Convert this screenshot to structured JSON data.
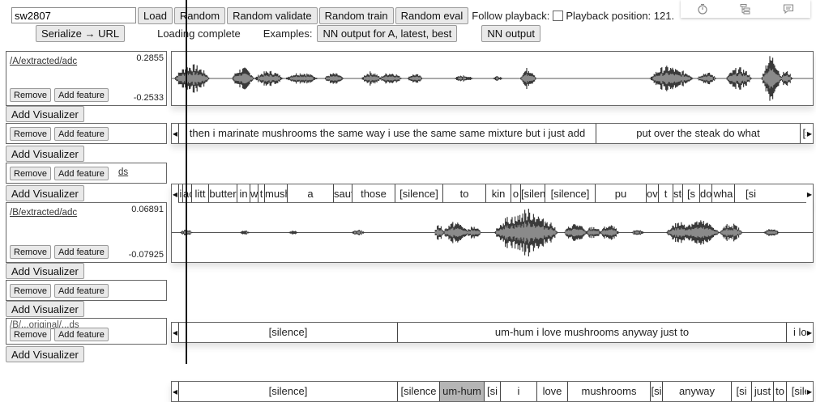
{
  "toolbar": {
    "file_value": "sw2807",
    "load": "Load",
    "random": "Random",
    "random_validate": "Random validate",
    "random_train": "Random train",
    "random_eval": "Random eval",
    "follow_playback": "Follow playback:",
    "playback_position": "Playback position: 121.",
    "serialize": "Serialize → URL",
    "status": "Loading complete",
    "examples": "Examples:",
    "example_btn": "NN output for A, latest, best",
    "nn_output": "NN output"
  },
  "common": {
    "remove": "Remove",
    "add_feature": "Add feature",
    "add_visualizer": "Add Visualizer"
  },
  "visualizers": [
    {
      "path": "/A/extracted/adc",
      "max": "0.2855",
      "min": "-0.2533"
    },
    {
      "path": ""
    },
    {
      "path": "ds"
    },
    {
      "path": "/B/extracted/adc",
      "max": "0.06891",
      "min": "-0.07925"
    },
    {
      "path": ""
    },
    {
      "path": "/B/...original/...ds"
    }
  ],
  "tracks": {
    "a_utterances": [
      {
        "text": "then i marinate mushrooms the same way i use the same same mixture but i just add"
      },
      {
        "text": "put over the steak do what"
      },
      {
        "text": "[s"
      }
    ],
    "a_words": [
      {
        "text": "i"
      },
      {
        "text": "ac"
      },
      {
        "text": "litt"
      },
      {
        "text": "butter"
      },
      {
        "text": "in"
      },
      {
        "text": "w"
      },
      {
        "text": "t"
      },
      {
        "text": "mushroom"
      },
      {
        "text": "a"
      },
      {
        "text": "saute"
      },
      {
        "text": "those"
      },
      {
        "text": "[silence]"
      },
      {
        "text": "to"
      },
      {
        "text": "kin"
      },
      {
        "text": "o"
      },
      {
        "text": "[silence]"
      },
      {
        "text": "[silence]"
      },
      {
        "text": "pu"
      },
      {
        "text": "ove"
      },
      {
        "text": "t"
      },
      {
        "text": "steak"
      },
      {
        "text": "[s"
      },
      {
        "text": "do"
      },
      {
        "text": "wha"
      },
      {
        "text": "[si"
      }
    ],
    "b_utterances": [
      {
        "text": "[silence]"
      },
      {
        "text": "um-hum i love mushrooms anyway just to"
      },
      {
        "text": "i lov"
      }
    ],
    "b_words": [
      {
        "text": "[silence]"
      },
      {
        "text": "[silence"
      },
      {
        "text": "um-hum"
      },
      {
        "text": "[si"
      },
      {
        "text": "i"
      },
      {
        "text": "love"
      },
      {
        "text": "mushrooms"
      },
      {
        "text": "[si"
      },
      {
        "text": "anyway"
      },
      {
        "text": "[si"
      },
      {
        "text": "just"
      },
      {
        "text": "to"
      },
      {
        "text": "[siler"
      }
    ]
  },
  "colors": {
    "wave_dark": "#3a3a3a",
    "wave_light": "#8a8a8a",
    "highlight": "#b5b5b5"
  }
}
